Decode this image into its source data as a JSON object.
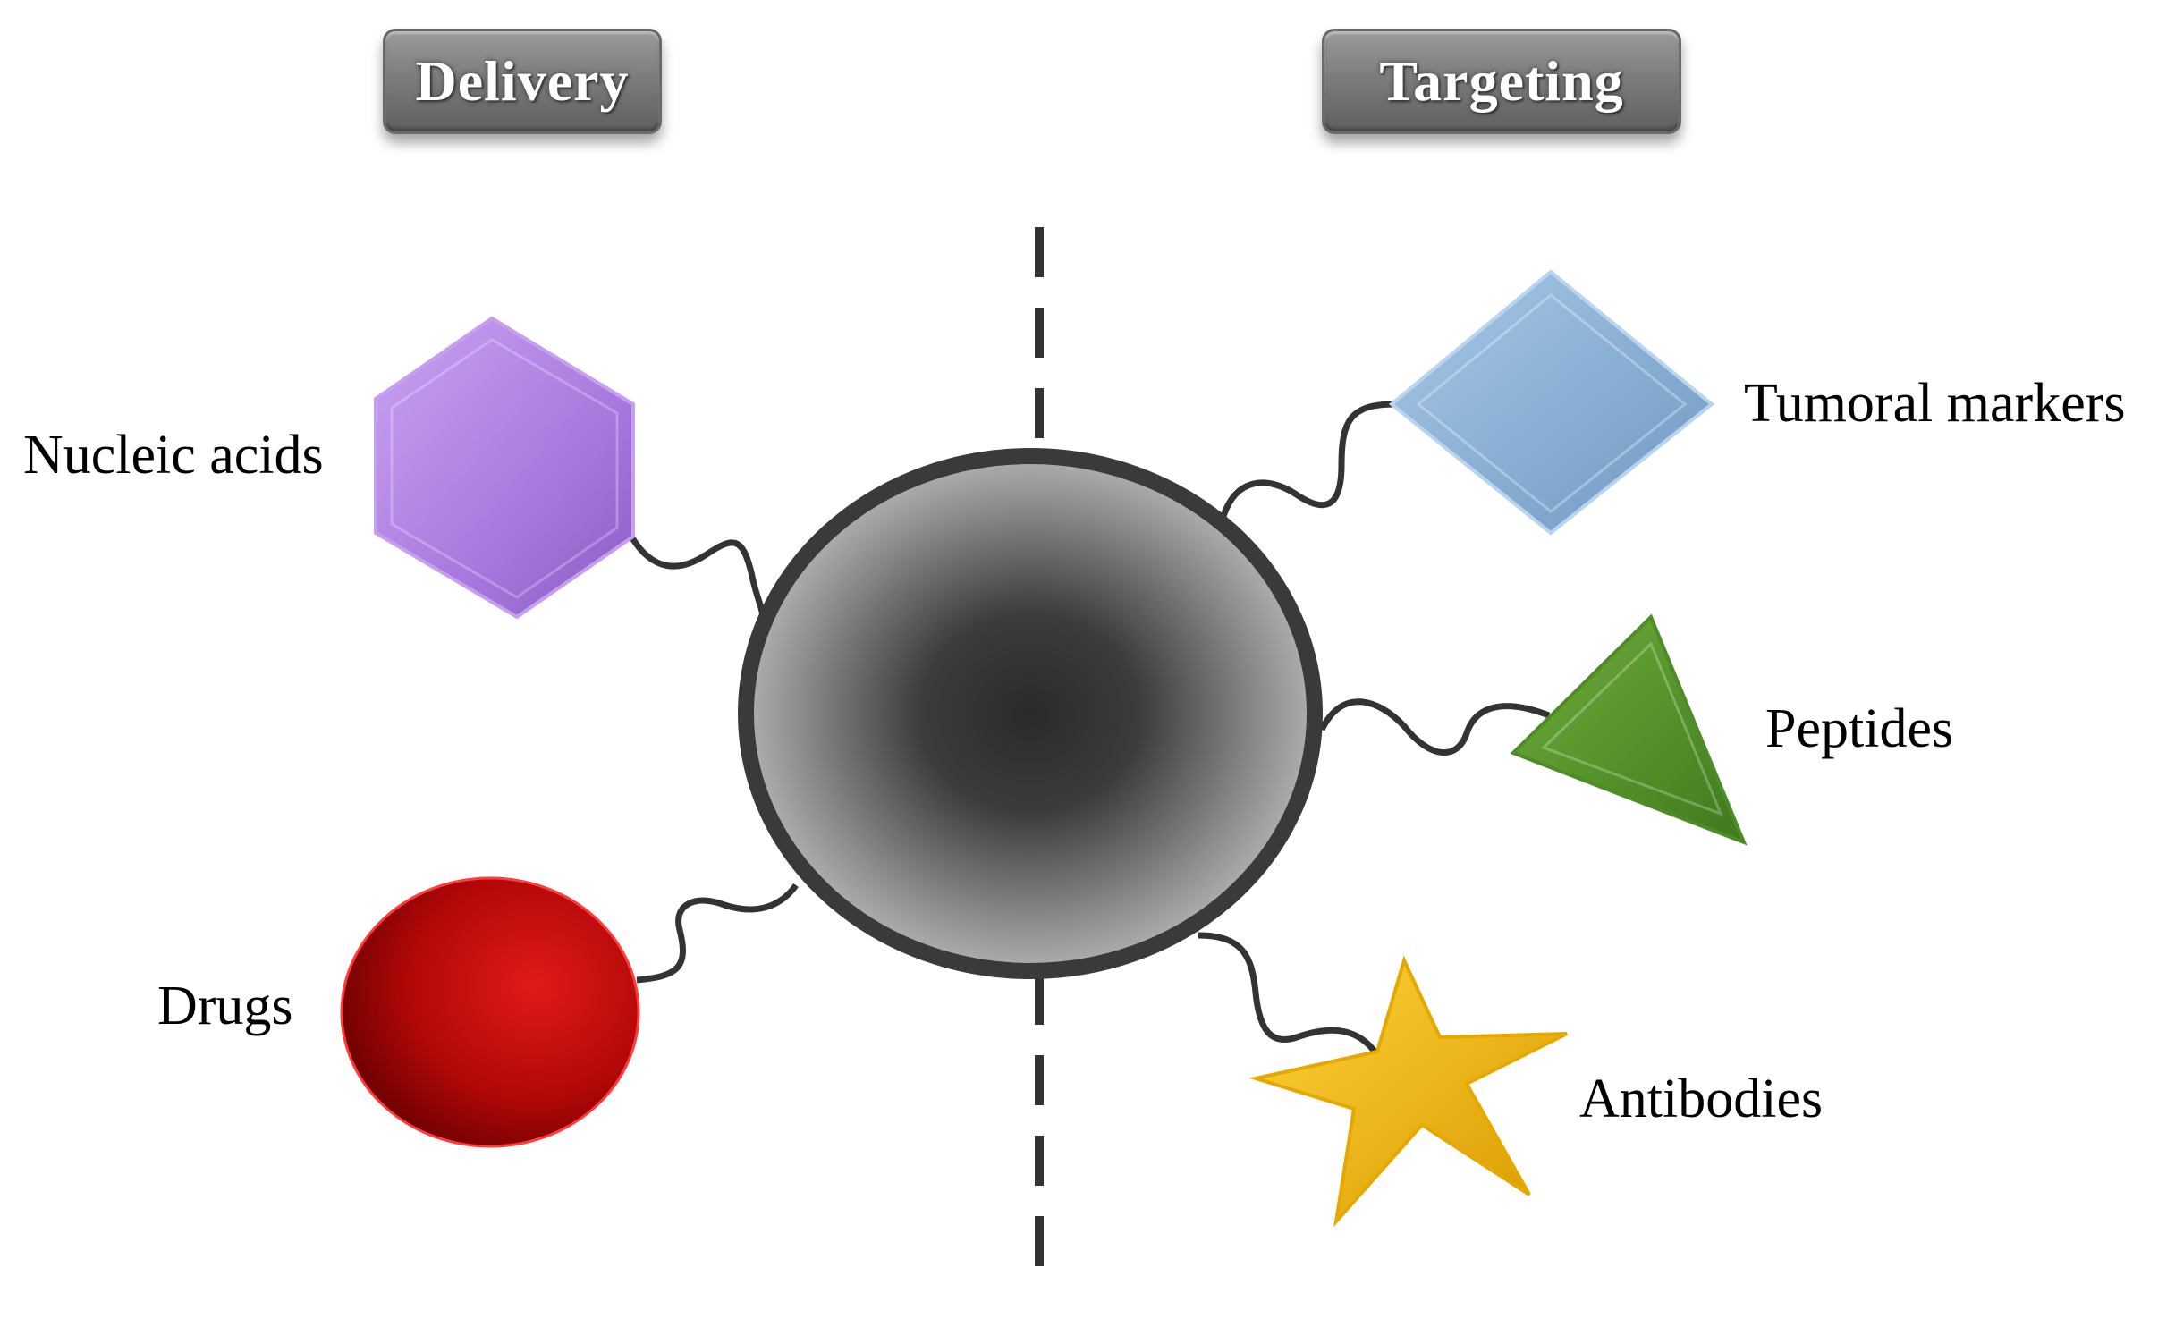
{
  "headers": {
    "left": "Delivery",
    "right": "Targeting"
  },
  "delivery_items": [
    {
      "label": "Nucleic acids",
      "shape": "hexagon",
      "color": "#b07fe3"
    },
    {
      "label": "Drugs",
      "shape": "sphere",
      "color": "#c00000"
    }
  ],
  "targeting_items": [
    {
      "label": "Tumoral markers",
      "shape": "diamond",
      "color": "#8fb4d9"
    },
    {
      "label": "Peptides",
      "shape": "triangle",
      "color": "#5a9a2e"
    },
    {
      "label": "Antibodies",
      "shape": "star",
      "color": "#f2b600"
    }
  ],
  "colors": {
    "nanoparticle_outline": "#3a3a3a",
    "nanoparticle_core": "#2e2e2e",
    "nanoparticle_edge": "#b5b5b5",
    "divider": "#333333",
    "linker": "#333333"
  }
}
